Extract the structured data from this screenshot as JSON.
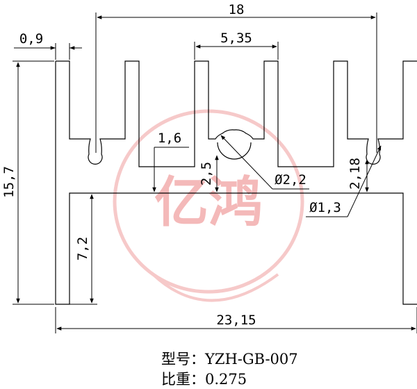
{
  "drawing": {
    "dimensions": {
      "overall_width": "23,15",
      "fin_pitch_span": "18",
      "slot_width": "5,35",
      "wall_thickness": "0,9",
      "overall_height": "15,7",
      "base_height": "7,2",
      "fin_gap_depth": "1,6",
      "boss_height": "2,5",
      "hole_diameter_large": "Ø2,2",
      "hole_diameter_small": "Ø1,3",
      "small_boss_height": "2,18"
    },
    "watermark": {
      "text": "亿鸿",
      "color": "#f4b9b9"
    },
    "caption": {
      "model_label": "型号：",
      "model_value": "YZH-GB-007",
      "weight_label": "比重：",
      "weight_value": "0.275"
    }
  }
}
